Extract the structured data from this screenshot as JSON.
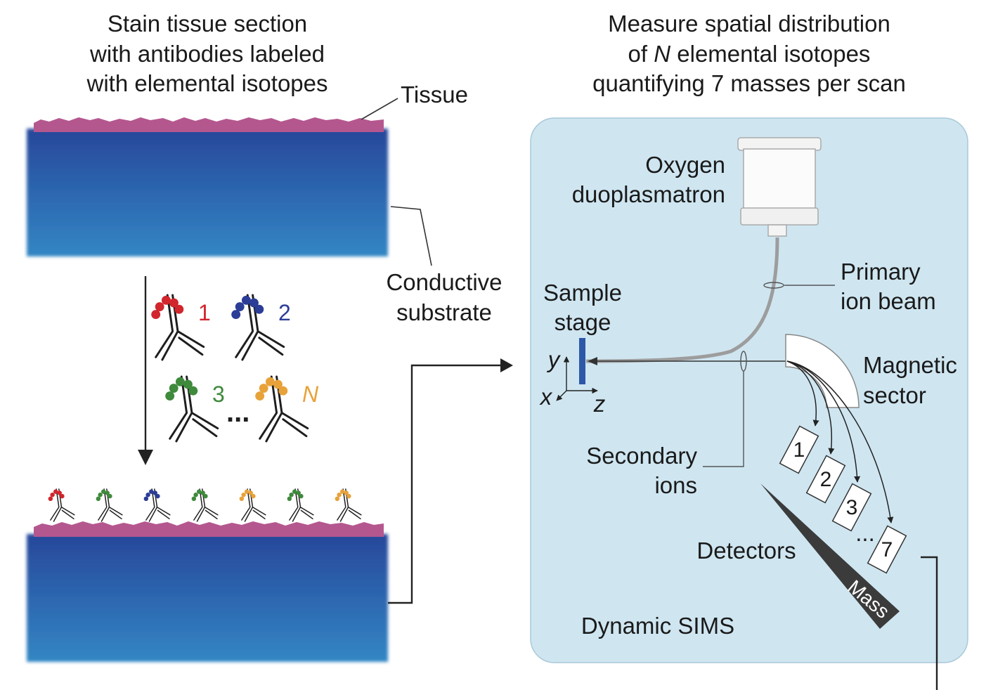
{
  "left_title": [
    "Stain tissue section",
    "with antibodies labeled",
    "with elemental isotopes"
  ],
  "right_title": {
    "line1": "Measure spatial distribution",
    "line2_pre": "of ",
    "line2_italic": "N",
    "line2_post": " elemental isotopes",
    "line3": "quantifying 7 masses per scan"
  },
  "labels": {
    "tissue": "Tissue",
    "conductive_substrate": [
      "Conductive",
      "substrate"
    ],
    "oxygen_duoplasmatron": [
      "Oxygen",
      "duoplasmatron"
    ],
    "primary_ion_beam": [
      "Primary",
      "ion beam"
    ],
    "sample_stage": [
      "Sample",
      "stage"
    ],
    "magnetic_sector": [
      "Magnetic",
      "sector"
    ],
    "secondary_ions": [
      "Secondary",
      "ions"
    ],
    "detectors": "Detectors",
    "mass": "Mass",
    "dynamic_sims": "Dynamic SIMS"
  },
  "axes": {
    "x": "x",
    "y": "y",
    "z": "z"
  },
  "antibodies": [
    {
      "label": "1",
      "color": "#d0262c"
    },
    {
      "label": "2",
      "color": "#2b3d96"
    },
    {
      "label": "3",
      "color": "#3f8a3c"
    },
    {
      "label": "N",
      "color": "#e8a23a"
    }
  ],
  "ellipsis": "...",
  "detector_labels": [
    "1",
    "2",
    "3",
    "7"
  ],
  "detector_ellipsis": "...",
  "colors": {
    "tissue": "#b5578f",
    "substrate_top": "#2b4f9c",
    "substrate_bottom": "#2f7fbf",
    "sims_panel": "#cfe6f1",
    "stage": "#2d58a8",
    "mass_wedge": "#3b3b3b"
  }
}
